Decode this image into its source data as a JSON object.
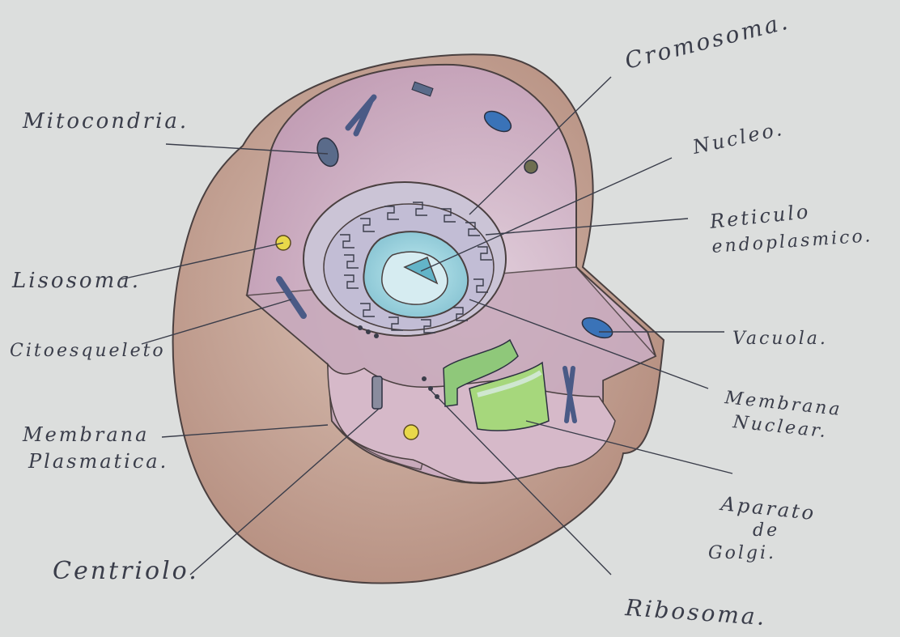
{
  "labels": {
    "cromosoma": "Cromosoma.",
    "nucleo": "Nucleo.",
    "reticulo_1": "Reticulo",
    "reticulo_2": "endoplasmico.",
    "vacuola": "Vacuola.",
    "membrana_nuclear_1": "Membrana",
    "membrana_nuclear_2": "Nuclear.",
    "aparato_1": "Aparato",
    "aparato_2": "de",
    "aparato_3": "Golgi.",
    "ribosoma": "Ribosoma.",
    "centriolo": "Centriolo.",
    "membrana_plasmatica_1": "Membrana",
    "membrana_plasmatica_2": "Plasmatica.",
    "citoesqueleto": "Citoesqueleto",
    "lisosoma": "Lisosoma.",
    "mitocondria": "Mitocondria."
  },
  "colors": {
    "paper": "#dcdedd",
    "outer_shell": "#c7a79a",
    "cytoplasm": "#cdb4c4",
    "nucleus_ring": "#b9b6d1",
    "nucleolus": "#7cc3cf",
    "golgi": "#9ed07e",
    "pencil": "#3a3d4a"
  }
}
